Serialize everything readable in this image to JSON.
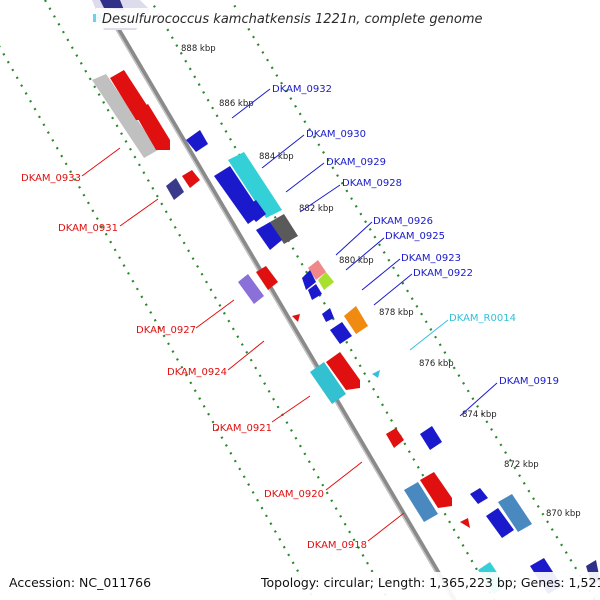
{
  "title": "Desulfurococcus kamchatkensis 1221n, complete genome",
  "footer": {
    "accession": "Accession: NC_011766",
    "topology": "Topology: circular; Length: 1,365,223 bp; Genes: 1,521"
  },
  "scale_ticks": [
    "888 kbp",
    "886 kbp",
    "884 kbp",
    "882 kbp",
    "880 kbp",
    "878 kbp",
    "876 kbp",
    "874 kbp",
    "872 kbp",
    "870 kbp"
  ],
  "gene_labels_forward": [
    "DKAM_0932",
    "DKAM_0930",
    "DKAM_0929",
    "DKAM_0928",
    "DKAM_0926",
    "DKAM_0925",
    "DKAM_0923",
    "DKAM_0922",
    "DKAM_0919"
  ],
  "gene_labels_reverse": [
    "DKAM_0933",
    "DKAM_0931",
    "DKAM_0927",
    "DKAM_0924",
    "DKAM_0921",
    "DKAM_0920",
    "DKAM_0918"
  ],
  "rna_labels": [
    "DKAM_R0014"
  ],
  "colors": {
    "forward": "#1a1acc",
    "reverse": "#e01010",
    "rna": "#33c0d8",
    "backbone": "#8a8a8a",
    "dots": "#2a8a2a"
  }
}
